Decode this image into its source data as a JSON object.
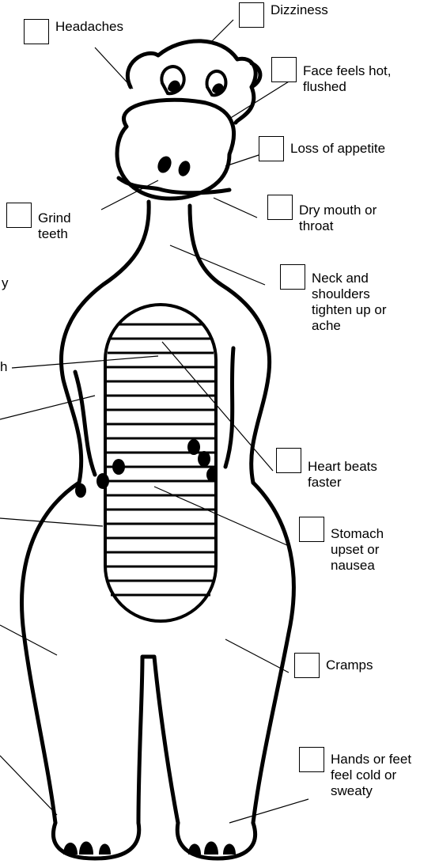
{
  "symptoms": {
    "headaches": "Headaches",
    "dizziness": "Dizziness",
    "face_hot": "Face feels hot,\nflushed",
    "loss_appetite": "Loss of appetite",
    "grind_teeth": "Grind\nteeth",
    "dry_mouth": "Dry mouth or\nthroat",
    "neck_shoulders": "Neck and\nshoulders\ntighten up or\nache",
    "heart": "Heart beats\nfaster",
    "stomach": "Stomach\nupset or\nnausea",
    "cramps": "Cramps",
    "hands_feet": "Hands or feet\nfeel cold or\nsweaty"
  },
  "partial_text": {
    "left_y": "y",
    "left_h": "h"
  },
  "colors": {
    "ink": "#000000",
    "paper": "#ffffff"
  }
}
